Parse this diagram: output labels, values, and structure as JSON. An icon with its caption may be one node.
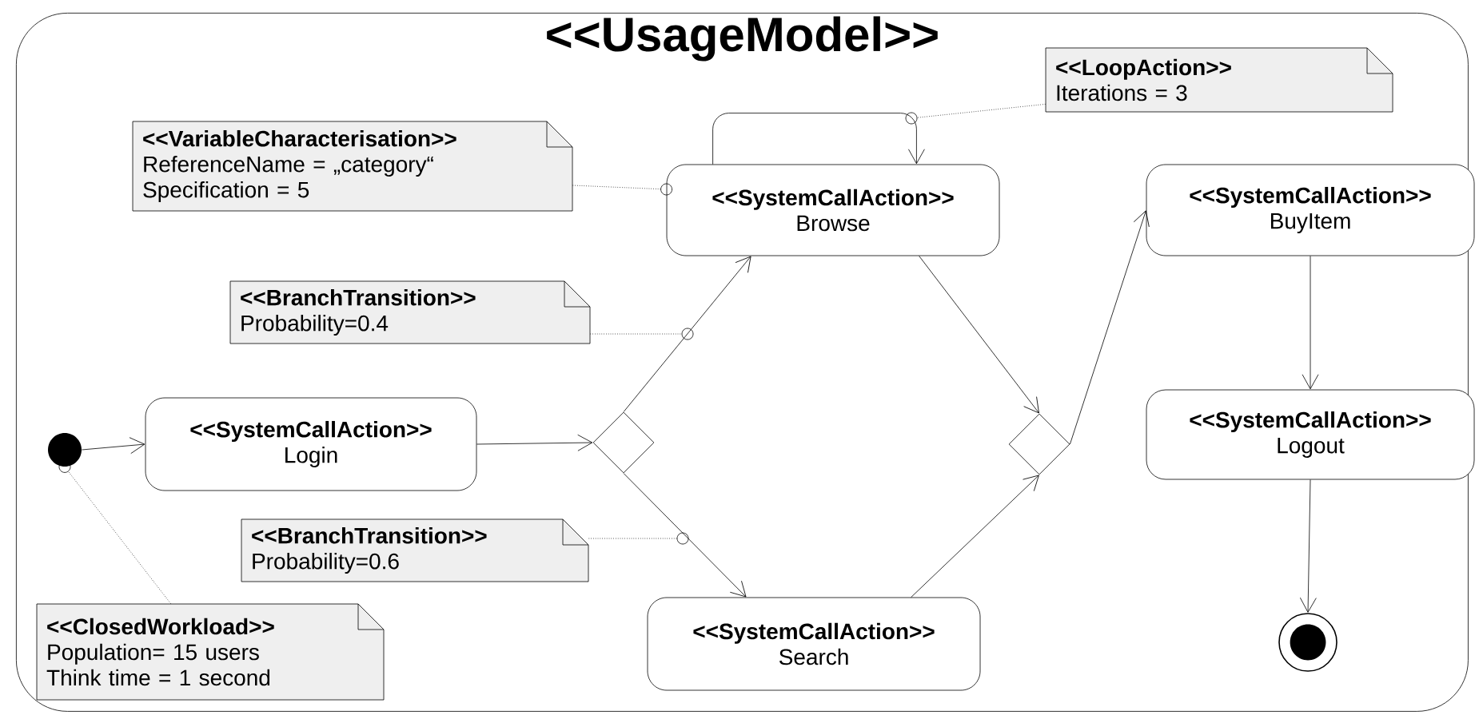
{
  "diagram": {
    "nodes": [
      {
        "text": [
          "<<UsageModel>>"
        ]
      },
      {
        "text": [],
        "shape": "circle",
        "in": 0
      },
      {
        "text": [
          "<<SystemCallAction>>",
          "Login"
        ],
        "in": 0
      },
      {
        "text": [],
        "shape": "diamond",
        "in": 0
      },
      {
        "text": [
          "<<SystemCallAction>>",
          "Browse"
        ],
        "in": 0
      },
      {
        "text": [
          "<<SystemCallAction>>",
          "Search"
        ],
        "in": 0
      },
      {
        "text": [],
        "shape": "diamond",
        "in": 0
      },
      {
        "text": [
          "<<SystemCallAction>>",
          "BuyItem"
        ],
        "in": 0
      },
      {
        "text": [
          "<<SystemCallAction>>",
          "Logout"
        ],
        "in": 0
      },
      {
        "text": [],
        "shape": "circle",
        "in": 0
      },
      {
        "text": [
          "<<VariableCharacterisation>>",
          "ReferenceName = „category“",
          "Specification = 5"
        ],
        "in": 0
      },
      {
        "text": [
          "<<LoopAction>>",
          "Iterations = 3"
        ],
        "in": 0
      },
      {
        "text": [
          "<<BranchTransition>>",
          "Probability=0.4"
        ],
        "in": 0
      },
      {
        "text": [
          "<<BranchTransition>>",
          "Probability=0.6"
        ],
        "in": 0
      },
      {
        "text": [
          "<<ClosedWorkload>>",
          "Population= 15 users",
          "Think time = 1 second"
        ],
        "in": 0
      }
    ],
    "edges": [
      {
        "from": 1,
        "to": 2,
        "arrow": "to"
      },
      {
        "from": 2,
        "to": 3,
        "arrow": "to"
      },
      {
        "from": 3,
        "to": 4,
        "arrow": "to"
      },
      {
        "from": 3,
        "to": 5,
        "arrow": "to"
      },
      {
        "from": 4,
        "to": 4,
        "arrow": "to"
      },
      {
        "from": 4,
        "to": 6,
        "arrow": "to"
      },
      {
        "from": 5,
        "to": 6,
        "arrow": "to"
      },
      {
        "from": 6,
        "to": 7,
        "arrow": "to"
      },
      {
        "from": 7,
        "to": 8,
        "arrow": "to"
      },
      {
        "from": 8,
        "to": 9,
        "arrow": "to"
      },
      {
        "from": 10,
        "to": 4,
        "arrow": "other",
        "style": "dashed"
      },
      {
        "from": 11,
        "to": null,
        "arrow": "other",
        "style": "dashed"
      },
      {
        "from": 12,
        "to": null,
        "arrow": "other",
        "style": "dashed"
      },
      {
        "from": 13,
        "to": null,
        "arrow": "other",
        "style": "dashed"
      },
      {
        "from": 14,
        "to": 1,
        "arrow": "other",
        "style": "dashed"
      }
    ]
  }
}
